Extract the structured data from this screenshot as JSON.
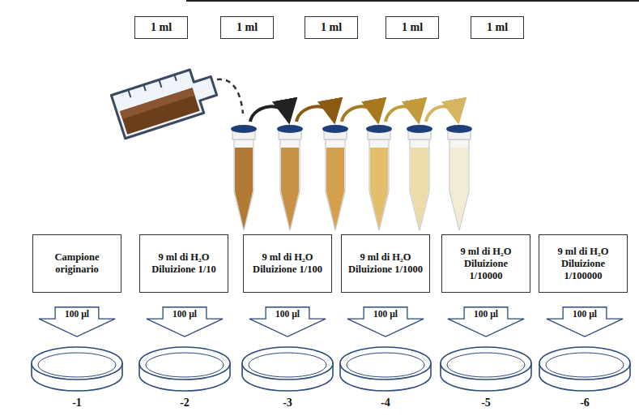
{
  "diagram": {
    "nodes": [
      {
        "text": [
          "1 ml"
        ]
      },
      {
        "text": [
          "1 ml"
        ]
      },
      {
        "text": [
          "1 ml"
        ]
      },
      {
        "text": [
          "1 ml"
        ]
      },
      {
        "text": [
          "1 ml"
        ]
      },
      {
        "text": [
          "Campione originario"
        ]
      },
      {
        "text": [
          "9 ml di H₂O Diluizione 1/10"
        ]
      },
      {
        "text": [
          "9 ml di H₂O Diluizione 1/100"
        ]
      },
      {
        "text": [
          "9 ml di H₂O Diluizione 1/1000"
        ]
      },
      {
        "text": [
          "9 ml di H₂O Diluizione 1/10000"
        ]
      },
      {
        "text": [
          "9 ml di H₂O Diluizione 1/100000"
        ]
      },
      {
        "text": [
          "100 µl"
        ]
      },
      {
        "text": [
          "100 µl"
        ]
      },
      {
        "text": [
          "100 µl"
        ]
      },
      {
        "text": [
          "100 µl"
        ]
      },
      {
        "text": [
          "100 µl"
        ]
      },
      {
        "text": [
          "100 µl"
        ]
      }
    ],
    "labels": [
      "-1",
      "-2",
      "-3",
      "-4",
      "-5",
      "-6"
    ]
  }
}
